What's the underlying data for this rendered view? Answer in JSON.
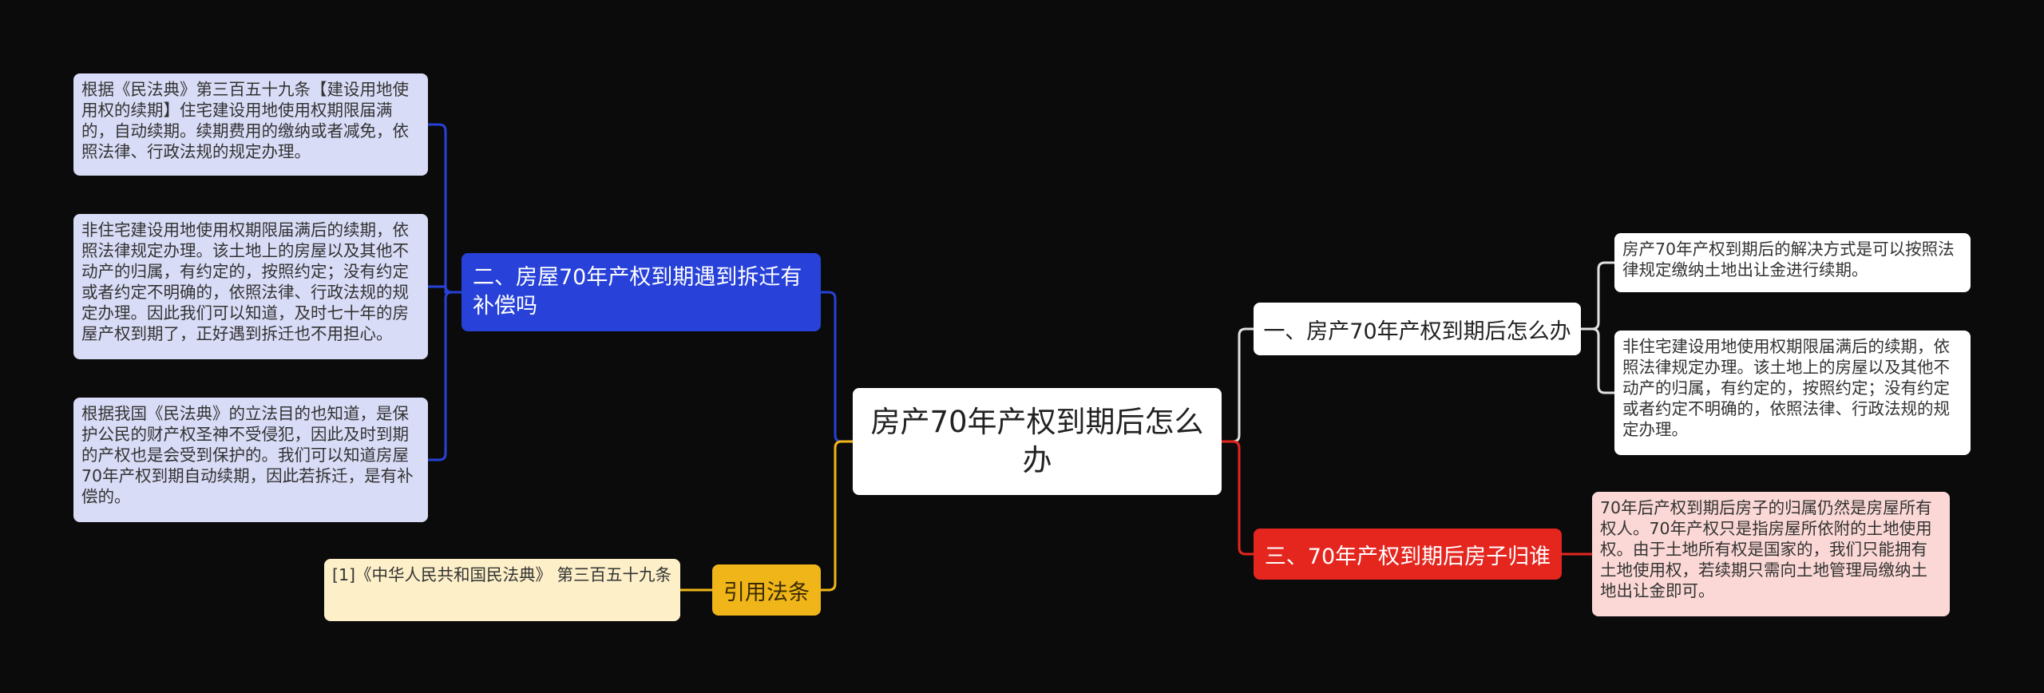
{
  "root": {
    "label": "房产70年产权到期后怎么办"
  },
  "branches": [
    {
      "label": "一、房产70年产权到期后怎么办",
      "color": "#ffffff",
      "leaves": [
        "房产70年产权到期后的解决方式是可以按照法律规定缴纳土地出让金进行续期。",
        "非住宅建设用地使用权期限届满后的续期，依照法律规定办理。该土地上的房屋以及其他不动产的归属，有约定的，按照约定；没有约定或者约定不明确的，依照法律、行政法规的规定办理。"
      ]
    },
    {
      "label": "二、房屋70年产权到期遇到拆迁有补偿吗",
      "color": "#2741d9",
      "leaves": [
        "根据《民法典》第三百五十九条【建设用地使用权的续期】住宅建设用地使用权期限届满的，自动续期。续期费用的缴纳或者减免，依照法律、行政法规的规定办理。",
        "非住宅建设用地使用权期限届满后的续期，依照法律规定办理。该土地上的房屋以及其他不动产的归属，有约定的，按照约定；没有约定或者约定不明确的，依照法律、行政法规的规定办理。因此我们可以知道，及时七十年的房屋产权到期了，正好遇到拆迁也不用担心。",
        "根据我国《民法典》的立法目的也知道，是保护公民的财产权圣神不受侵犯，因此及时到期的产权也是会受到保护的。我们可以知道房屋70年产权到期自动续期，因此若拆迁，是有补偿的。"
      ]
    },
    {
      "label": "三、70年产权到期后房子归谁",
      "color": "#e5261f",
      "leaves": [
        "70年后产权到期后房子的归属仍然是房屋所有权人。70年产权只是指房屋所依附的土地使用权。由于土地所有权是国家的，我们只能拥有土地使用权，若续期只需向土地管理局缴纳土地出让金即可。"
      ]
    },
    {
      "label": "引用法条",
      "color": "#f0b619",
      "leaves": [
        "[1]《中华人民共和国民法典》 第三百五十九条"
      ]
    }
  ]
}
